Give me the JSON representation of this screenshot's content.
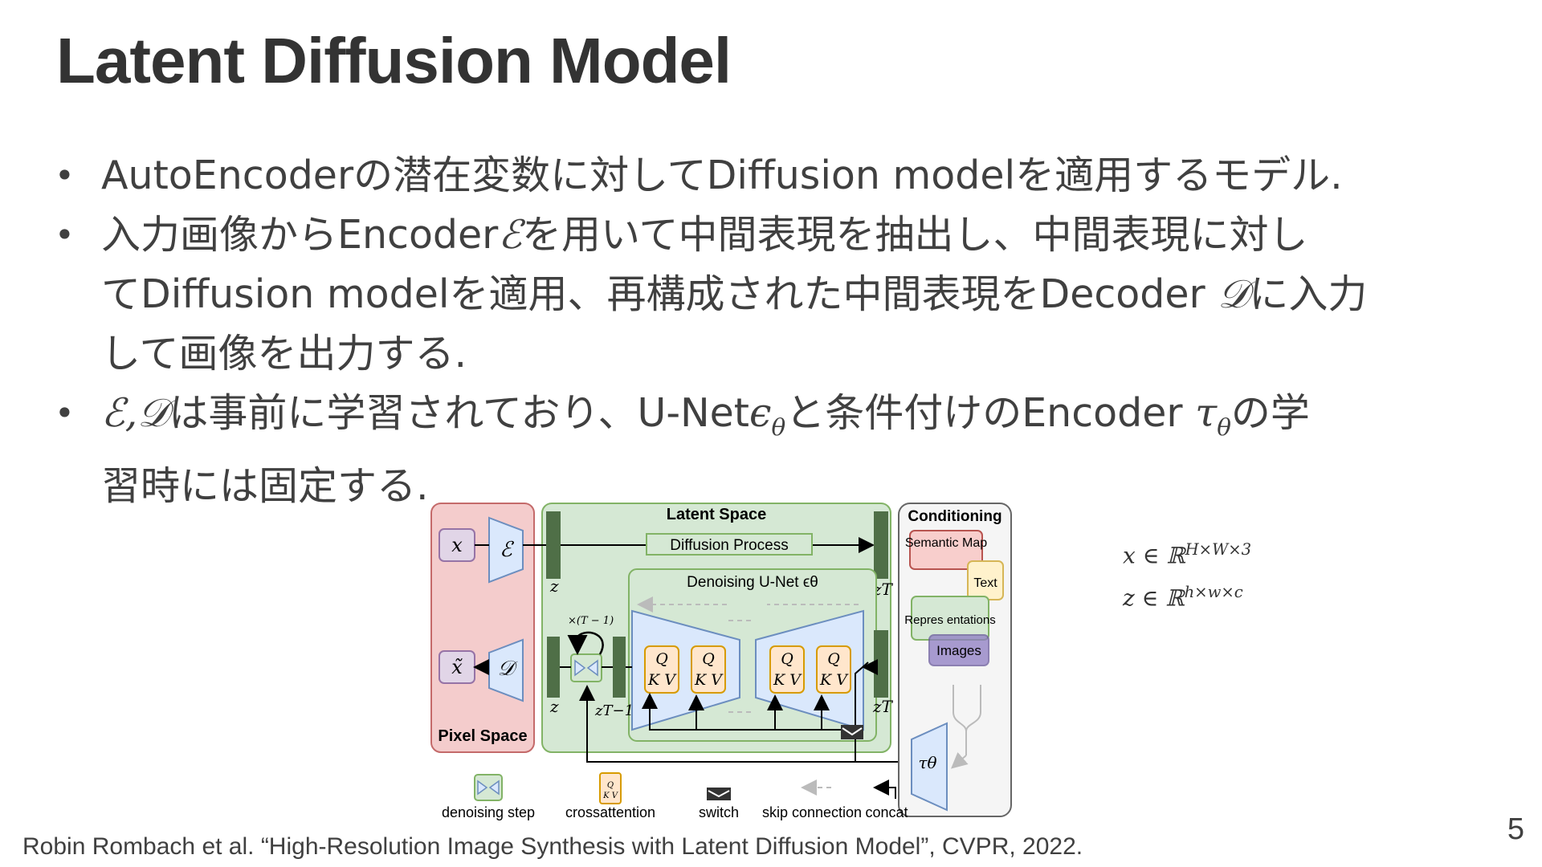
{
  "slide": {
    "title": "Latent Diffusion Model",
    "bullets": [
      {
        "lines": [
          "AutoEncoderの潜在変数に対してDiffusion modelを適用するモデル."
        ]
      },
      {
        "line1_before": "入力画像からEncoder",
        "line1_after": "を用いて中間表現を抽出し、中間表現に対し",
        "line2_before": "てDiffusion modelを適用、再構成された中間表現をDecoder ",
        "line2_after": "に入力",
        "line3": "して画像を出力する."
      },
      {
        "line1_after_ED": "は事前に学習されており、U-Net",
        "line1_mid": "と条件付けのEncoder ",
        "line1_end": "の学",
        "line2": "習時には固定する."
      }
    ],
    "symbols": {
      "encoder": "ℰ",
      "decoder": "𝒟",
      "encoder_decoder": "ℰ,𝒟",
      "epsilon": "ϵ",
      "tau": "τ",
      "theta": "θ"
    },
    "variable_definitions": {
      "x_def": "x ∈ ℝ",
      "x_dims": "H×W×3",
      "z_def": "z ∈ ℝ",
      "z_dims": "h×w×c"
    },
    "citation": "Robin Rombach et al. “High-Resolution Image Synthesis with Latent Diffusion Model”, CVPR, 2022.",
    "page_number": "5"
  },
  "figure": {
    "pixel_space_label": "Pixel Space",
    "latent_space_label": "Latent Space",
    "conditioning_label": "Conditioning",
    "diffusion_process_label": "Diffusion Process",
    "denoising_unet_label": "Denoising U-Net ϵθ",
    "x_label": "x",
    "x_tilde_label": "x̃",
    "encoder_symbol": "ℰ",
    "decoder_symbol": "𝒟",
    "z_label": "z",
    "zT_label": "zT",
    "zT1_label": "zT−1",
    "repeat_label": "×(T − 1)",
    "tau_label": "τθ",
    "attn_q": "Q",
    "attn_kv": "K V",
    "cond_items": [
      "Semantic Map",
      "Text",
      "Repres entations",
      "Images"
    ],
    "legend": [
      "denoising step",
      "crossattention",
      "switch",
      "skip connection",
      "concat"
    ],
    "colors": {
      "pixel_bg": "#f4cccc",
      "latent_bg": "#d5e8d4",
      "conditioning_bg": "#f5f5f5",
      "encoder_fill": "#dae8fc",
      "attn_fill": "#ffe6cc",
      "dark_green": "#4f6f47"
    }
  }
}
